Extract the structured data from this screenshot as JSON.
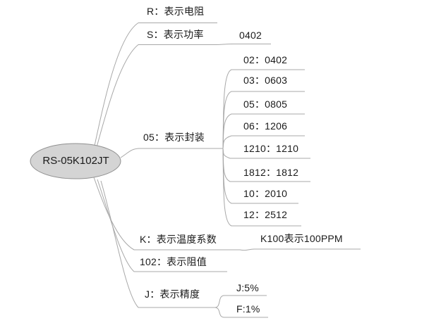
{
  "diagram": {
    "title_hint": "Resistor part number breakdown mind map",
    "root": {
      "label": "RS-05K102JT"
    },
    "branches": [
      {
        "label": "R：表示电阻",
        "children": []
      },
      {
        "label": "S：表示功率",
        "children": [
          {
            "label": "0402"
          }
        ]
      },
      {
        "label": "05：表示封装",
        "children": [
          {
            "label": "02：0402"
          },
          {
            "label": "03：0603"
          },
          {
            "label": "05：0805"
          },
          {
            "label": "06：1206"
          },
          {
            "label": "1210：1210"
          },
          {
            "label": "1812：1812"
          },
          {
            "label": "10：2010"
          },
          {
            "label": "12：2512"
          }
        ]
      },
      {
        "label": "K：表示温度系数",
        "children": [
          {
            "label": "K100表示100PPM"
          }
        ]
      },
      {
        "label": "102：表示阻值",
        "children": []
      },
      {
        "label": "J：表示精度",
        "children": [
          {
            "label": "J:5%"
          },
          {
            "label": "F:1%"
          }
        ]
      }
    ],
    "colors": {
      "line": "#a8a8a8",
      "text": "#1a1a1a",
      "root_fill": "#d4d4d4",
      "root_stroke": "#8f8f8f",
      "background": "#ffffff"
    }
  }
}
